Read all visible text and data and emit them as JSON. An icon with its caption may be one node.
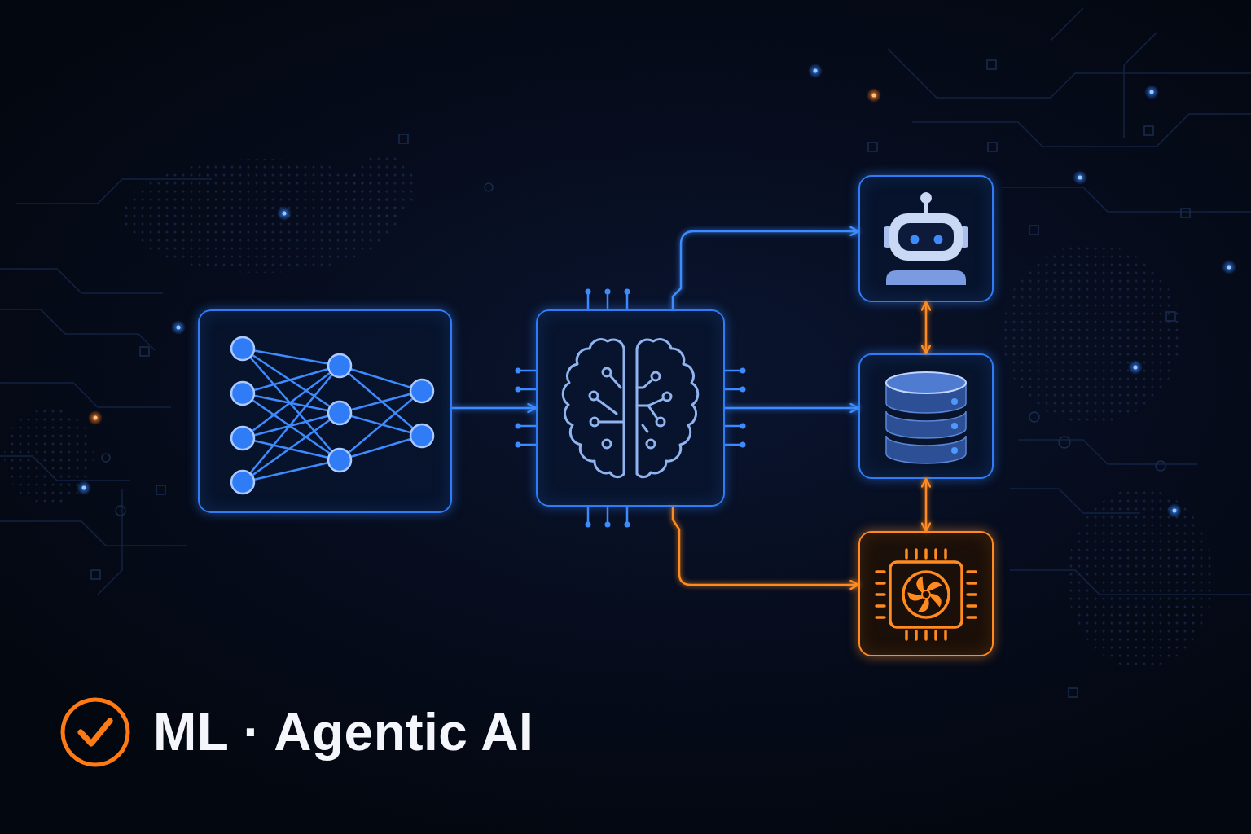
{
  "diagram": {
    "title": "ML · Agentic AI",
    "nodes": [
      {
        "text": [],
        "shape": "box"
      },
      {
        "text": [],
        "shape": "box"
      },
      {
        "text": [],
        "shape": "box"
      },
      {
        "text": [],
        "shape": "box"
      },
      {
        "text": [],
        "shape": "box"
      }
    ],
    "edges": [
      {
        "from": 0,
        "to": 1,
        "arrow": "to"
      },
      {
        "from": 1,
        "to": 2,
        "arrow": "to"
      },
      {
        "from": 1,
        "to": 3,
        "arrow": "to"
      },
      {
        "from": 1,
        "to": 4,
        "arrow": "to",
        "color": "#ff8a1f"
      },
      {
        "from": 2,
        "to": 3,
        "arrow": "both",
        "color": "#ff8a1f"
      },
      {
        "from": 3,
        "to": 4,
        "arrow": "both",
        "color": "#ff8a1f"
      }
    ]
  }
}
